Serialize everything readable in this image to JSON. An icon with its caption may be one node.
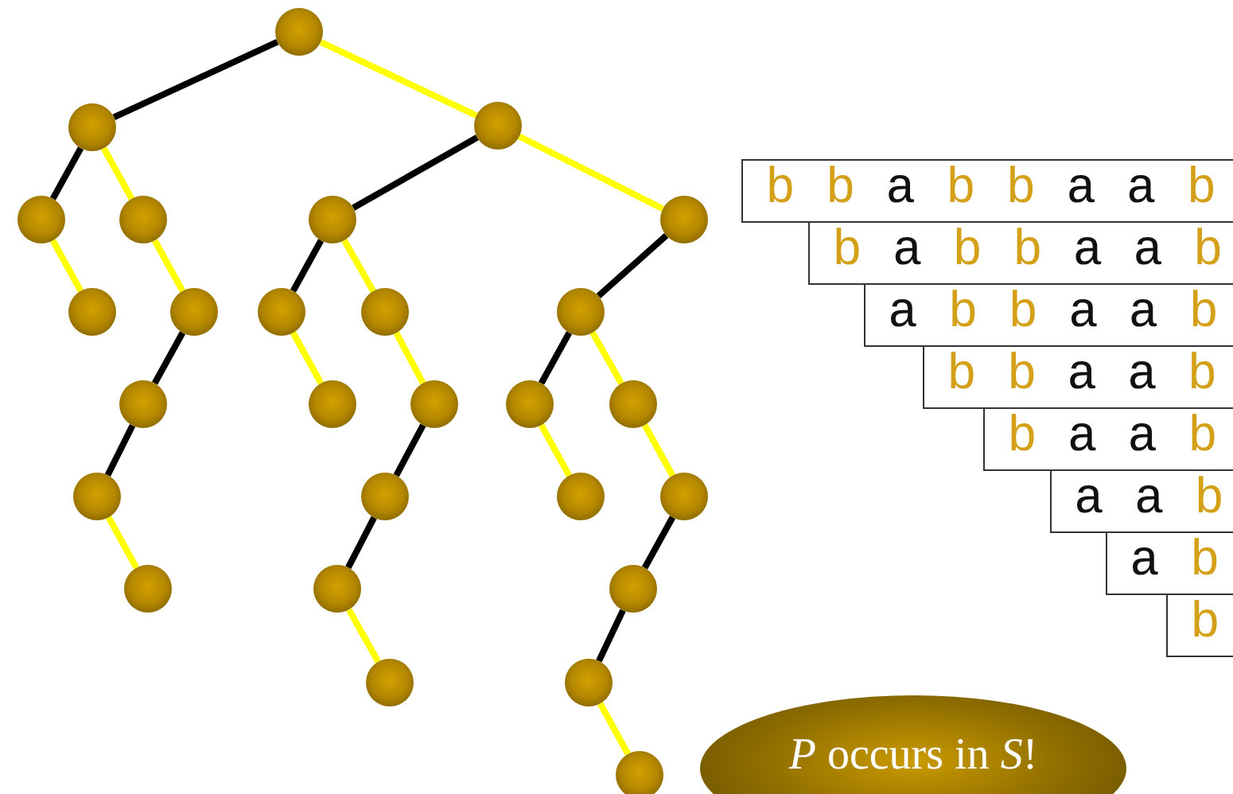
{
  "diagram": {
    "nodes": [
      {
        "text": [],
        "shape": "circle"
      },
      {
        "text": [],
        "shape": "circle"
      },
      {
        "text": [],
        "shape": "circle"
      },
      {
        "text": [],
        "shape": "circle"
      },
      {
        "text": [],
        "shape": "circle"
      },
      {
        "text": [],
        "shape": "circle"
      },
      {
        "text": [],
        "shape": "circle"
      },
      {
        "text": [],
        "shape": "circle"
      },
      {
        "text": [],
        "shape": "circle"
      },
      {
        "text": [],
        "shape": "circle"
      },
      {
        "text": [],
        "shape": "circle"
      },
      {
        "text": [],
        "shape": "circle"
      },
      {
        "text": [],
        "shape": "circle"
      },
      {
        "text": [],
        "shape": "circle"
      },
      {
        "text": [],
        "shape": "circle"
      },
      {
        "text": [],
        "shape": "circle"
      },
      {
        "text": [],
        "shape": "circle"
      },
      {
        "text": [],
        "shape": "circle"
      },
      {
        "text": [],
        "shape": "circle"
      },
      {
        "text": [],
        "shape": "circle"
      },
      {
        "text": [],
        "shape": "circle"
      },
      {
        "text": [],
        "shape": "circle"
      },
      {
        "text": [],
        "shape": "circle"
      },
      {
        "text": [],
        "shape": "circle"
      },
      {
        "text": [],
        "shape": "circle"
      },
      {
        "text": [],
        "shape": "circle"
      },
      {
        "text": [],
        "shape": "circle"
      },
      {
        "text": [
          "b b a b b a a b"
        ]
      },
      {
        "text": [
          "b a b b a a b"
        ]
      },
      {
        "text": [
          "a b b a a b"
        ]
      },
      {
        "text": [
          "b b a a b"
        ]
      },
      {
        "text": [
          "b a a b"
        ]
      },
      {
        "text": [
          "a a b"
        ]
      },
      {
        "text": [
          "a b"
        ]
      },
      {
        "text": [
          "b"
        ]
      },
      {
        "text": [
          "*P* occurs in *S*!"
        ]
      }
    ],
    "edges": [
      {
        "from": 0,
        "to": 1,
        "arrow": "none",
        "color": "#000000"
      },
      {
        "from": 0,
        "to": 2,
        "arrow": "none"
      },
      {
        "from": 1,
        "to": 3,
        "arrow": "none",
        "color": "#000000"
      },
      {
        "from": 1,
        "to": 4,
        "arrow": "none"
      },
      {
        "from": 2,
        "to": 5,
        "arrow": "none",
        "color": "#000000"
      },
      {
        "from": 2,
        "to": 6,
        "arrow": "none"
      },
      {
        "from": 3,
        "to": 7,
        "arrow": "none"
      },
      {
        "from": 4,
        "to": 8,
        "arrow": "none"
      },
      {
        "from": 5,
        "to": 9,
        "arrow": "none",
        "color": "#000000"
      },
      {
        "from": 5,
        "to": 10,
        "arrow": "none"
      },
      {
        "from": 6,
        "to": 11,
        "arrow": "none",
        "color": "#000000"
      },
      {
        "from": 8,
        "to": 12,
        "arrow": "none",
        "color": "#000000"
      },
      {
        "from": 9,
        "to": 13,
        "arrow": "none"
      },
      {
        "from": 10,
        "to": 14,
        "arrow": "none"
      },
      {
        "from": 11,
        "to": 15,
        "arrow": "none",
        "color": "#000000"
      },
      {
        "from": 11,
        "to": 16,
        "arrow": "none"
      },
      {
        "from": 12,
        "to": 17,
        "arrow": "none",
        "color": "#000000"
      },
      {
        "from": 14,
        "to": 18,
        "arrow": "none",
        "color": "#000000"
      },
      {
        "from": 15,
        "to": 19,
        "arrow": "none"
      },
      {
        "from": 16,
        "to": 20,
        "arrow": "none"
      },
      {
        "from": 17,
        "to": 21,
        "arrow": "none"
      },
      {
        "from": 18,
        "to": 22,
        "arrow": "none",
        "color": "#000000"
      },
      {
        "from": 20,
        "to": 23,
        "arrow": "none",
        "color": "#000000"
      },
      {
        "from": 22,
        "to": 24,
        "arrow": "none"
      },
      {
        "from": 23,
        "to": 25,
        "arrow": "none",
        "color": "#000000"
      },
      {
        "from": 25,
        "to": 26,
        "arrow": "none"
      }
    ]
  }
}
